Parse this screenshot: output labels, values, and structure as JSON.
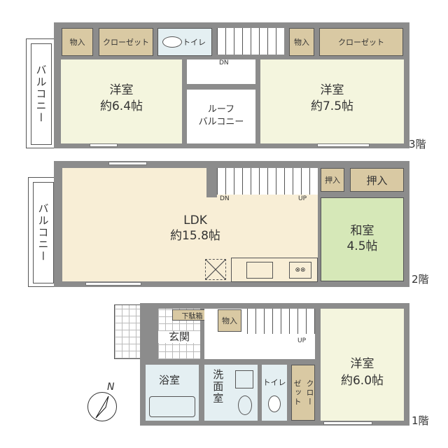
{
  "floors": {
    "third": {
      "label": "3階",
      "rooms": {
        "western_left": {
          "name": "洋室",
          "size": "約6.4帖"
        },
        "western_right": {
          "name": "洋室",
          "size": "約7.5帖"
        },
        "roof_balcony": {
          "name_line1": "ルーフ",
          "name_line2": "バルコニー"
        },
        "balcony": {
          "name": "バルコニー"
        }
      },
      "storage": {
        "monoire_left": "物入",
        "closet_left": "クローゼット",
        "toilet": "トイレ",
        "monoire_right": "物入",
        "closet_right": "クローゼット"
      },
      "stairs_label": "DN"
    },
    "second": {
      "label": "2階",
      "rooms": {
        "ldk": {
          "name": "LDK",
          "size": "約15.8帖"
        },
        "washitsu": {
          "name": "和室",
          "size": "4.5帖"
        },
        "balcony": {
          "name": "バルコニー"
        }
      },
      "storage": {
        "oshiire_small": "押入",
        "oshiire_large": "押入"
      },
      "stairs_down": "DN",
      "stairs_up": "UP"
    },
    "first": {
      "label": "1階",
      "rooms": {
        "western": {
          "name": "洋室",
          "size": "約6.0帖"
        },
        "genkan": {
          "name": "玄関"
        },
        "bath": {
          "name": "浴室"
        },
        "washroom": {
          "name": "洗面室"
        },
        "toilet": {
          "name": "トイレ"
        }
      },
      "storage": {
        "getabako": "下駄箱",
        "monoire": "物入",
        "closet_line1": "クロー",
        "closet_line2": "ゼット"
      },
      "stairs_up": "UP"
    }
  },
  "compass": {
    "label": "N"
  },
  "colors": {
    "wall": "#8c8c8c",
    "western_room": "#f4f5de",
    "ldk": "#f8eed6",
    "washitsu": "#d6e8b8",
    "closet": "#d9c9a3",
    "wet_area": "#e4eff2"
  }
}
